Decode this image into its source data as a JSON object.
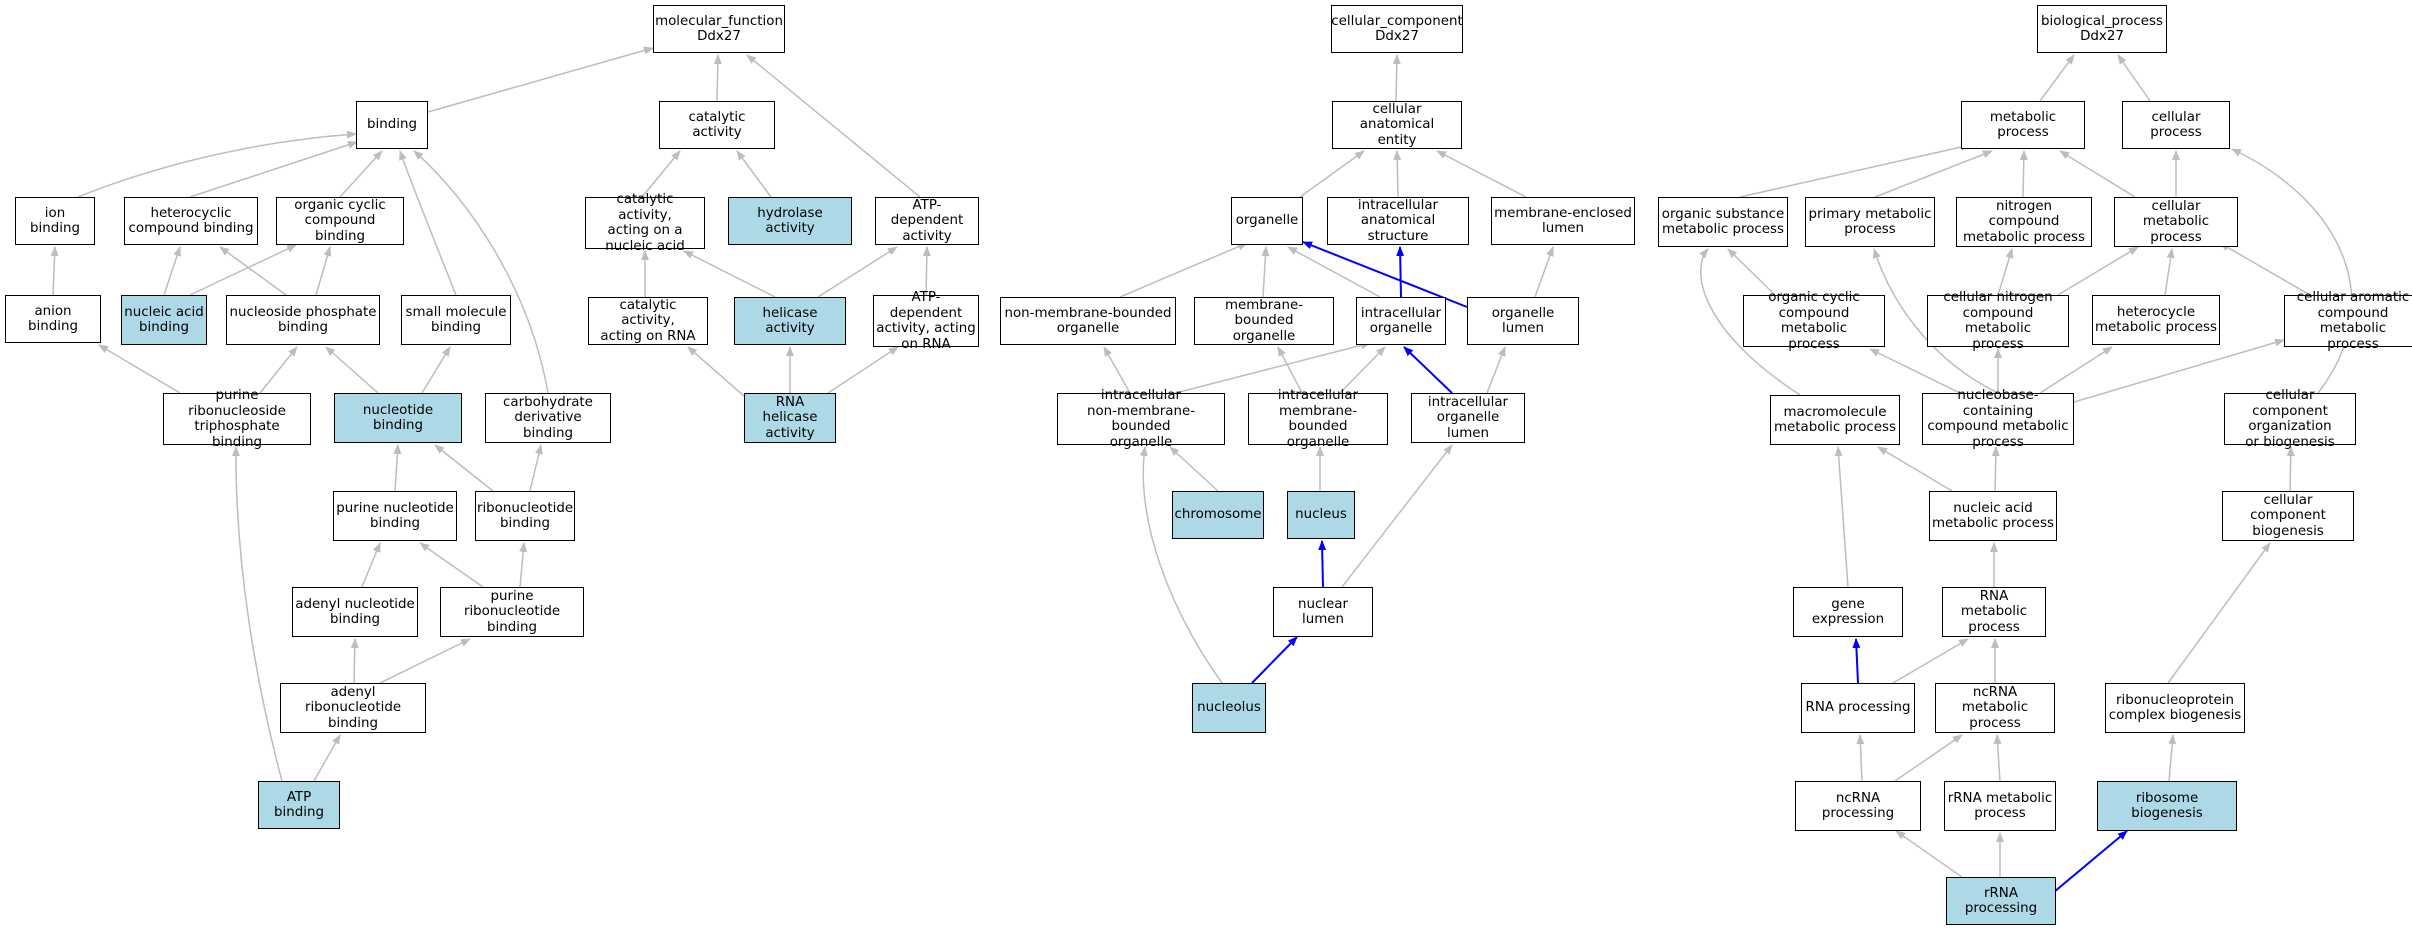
{
  "colors": {
    "highlight": "#add8e6",
    "default_fill": "#ffffff",
    "edge": "#bdbdbd",
    "path_edge": "#0000ff"
  },
  "nodes": {
    "mf_root": "molecular_function\nDdx27",
    "binding": "binding",
    "catalytic_activity": "catalytic activity",
    "ion_binding": "ion binding",
    "heterocyclic_compound_binding": "heterocyclic\ncompound binding",
    "organic_cyclic_compound_binding": "organic cyclic\ncompound binding",
    "catalytic_activity_nucleic_acid": "catalytic activity,\nacting on a\nnucleic acid",
    "hydrolase_activity": "hydrolase activity",
    "atp_dependent_activity": "ATP-dependent\nactivity",
    "anion_binding": "anion binding",
    "nucleic_acid_binding": "nucleic acid\nbinding",
    "nucleoside_phosphate_binding": "nucleoside phosphate\nbinding",
    "small_molecule_binding": "small molecule\nbinding",
    "catalytic_activity_rna": "catalytic activity,\nacting on RNA",
    "helicase_activity": "helicase activity",
    "atp_dependent_activity_rna": "ATP-dependent\nactivity, acting\non RNA",
    "purine_ribonucleoside_triphosphate_binding": "purine ribonucleoside\ntriphosphate\nbinding",
    "nucleotide_binding": "nucleotide binding",
    "carbohydrate_derivative_binding": "carbohydrate\nderivative binding",
    "rna_helicase_activity": "RNA helicase\nactivity",
    "purine_nucleotide_binding": "purine nucleotide\nbinding",
    "ribonucleotide_binding": "ribonucleotide\nbinding",
    "adenyl_nucleotide_binding": "adenyl nucleotide\nbinding",
    "purine_ribonucleotide_binding": "purine ribonucleotide\nbinding",
    "adenyl_ribonucleotide_binding": "adenyl ribonucleotide\nbinding",
    "atp_binding": "ATP binding",
    "cc_root": "cellular_component\nDdx27",
    "cellular_anatomical_entity": "cellular anatomical\nentity",
    "organelle": "organelle",
    "intracellular_anatomical_structure": "intracellular\nanatomical structure",
    "membrane_enclosed_lumen": "membrane-enclosed\nlumen",
    "non_membrane_bounded_organelle": "non-membrane-bounded\norganelle",
    "membrane_bounded_organelle": "membrane-bounded\norganelle",
    "intracellular_organelle": "intracellular\norganelle",
    "organelle_lumen": "organelle lumen",
    "intracellular_non_membrane_bounded_organelle": "intracellular\nnon-membrane-bounded\norganelle",
    "intracellular_membrane_bounded_organelle": "intracellular\nmembrane-bounded\norganelle",
    "intracellular_organelle_lumen": "intracellular\norganelle lumen",
    "chromosome": "chromosome",
    "nucleus": "nucleus",
    "nuclear_lumen": "nuclear lumen",
    "nucleolus": "nucleolus",
    "bp_root": "biological_process\nDdx27",
    "metabolic_process": "metabolic process",
    "cellular_process": "cellular process",
    "organic_substance_metabolic_process": "organic substance\nmetabolic process",
    "primary_metabolic_process": "primary metabolic\nprocess",
    "nitrogen_compound_metabolic_process": "nitrogen compound\nmetabolic process",
    "cellular_metabolic_process": "cellular metabolic\nprocess",
    "organic_cyclic_compound_metabolic_process": "organic cyclic\ncompound metabolic\nprocess",
    "cellular_nitrogen_compound_metabolic_process": "cellular nitrogen\ncompound metabolic\nprocess",
    "heterocycle_metabolic_process": "heterocycle\nmetabolic process",
    "cellular_aromatic_compound_metabolic_process": "cellular aromatic\ncompound metabolic\nprocess",
    "macromolecule_metabolic_process": "macromolecule\nmetabolic process",
    "nucleobase_containing_compound_metabolic_process": "nucleobase-containing\ncompound metabolic\nprocess",
    "cellular_component_organization_or_biogenesis": "cellular component\norganization\nor biogenesis",
    "nucleic_acid_metabolic_process": "nucleic acid\nmetabolic process",
    "cellular_component_biogenesis": "cellular component\nbiogenesis",
    "gene_expression": "gene expression",
    "rna_metabolic_process": "RNA metabolic\nprocess",
    "rna_processing": "RNA processing",
    "ncrna_metabolic_process": "ncRNA metabolic\nprocess",
    "ribonucleoprotein_complex_biogenesis": "ribonucleoprotein\ncomplex biogenesis",
    "ncrna_processing": "ncRNA processing",
    "rrna_metabolic_process": "rRNA metabolic\nprocess",
    "ribosome_biogenesis": "ribosome biogenesis",
    "rrna_processing": "rRNA processing"
  }
}
